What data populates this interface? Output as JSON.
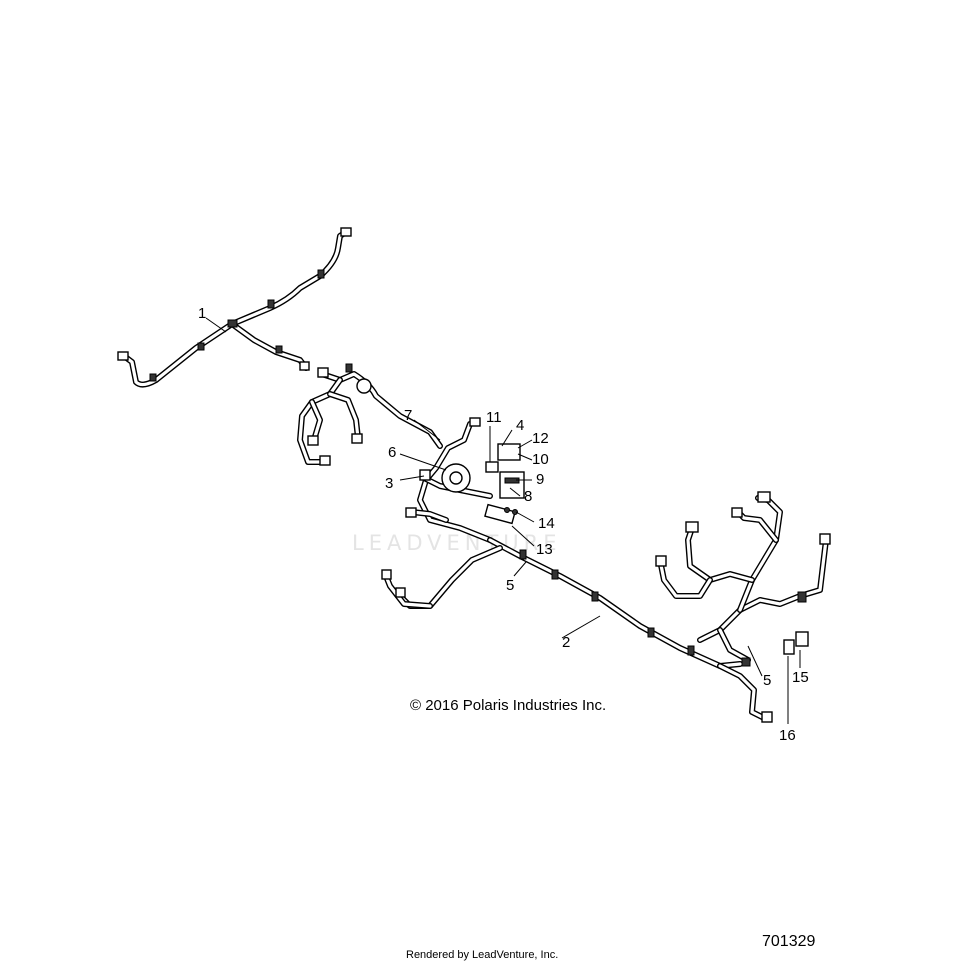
{
  "watermark": "LEADVENTURE",
  "copyright": "© 2016 Polaris Industries Inc.",
  "diagram_number": "701329",
  "footer": "Rendered by LeadVenture, Inc.",
  "callouts": [
    {
      "id": "1",
      "label": "1"
    },
    {
      "id": "2",
      "label": "2"
    },
    {
      "id": "3",
      "label": "3"
    },
    {
      "id": "4",
      "label": "4"
    },
    {
      "id": "5a",
      "label": "5"
    },
    {
      "id": "5b",
      "label": "5"
    },
    {
      "id": "6",
      "label": "6"
    },
    {
      "id": "7",
      "label": "7"
    },
    {
      "id": "8",
      "label": "8"
    },
    {
      "id": "9",
      "label": "9"
    },
    {
      "id": "10",
      "label": "10"
    },
    {
      "id": "11",
      "label": "11"
    },
    {
      "id": "12",
      "label": "12"
    },
    {
      "id": "13",
      "label": "13"
    },
    {
      "id": "14",
      "label": "14"
    },
    {
      "id": "15",
      "label": "15"
    },
    {
      "id": "16",
      "label": "16"
    }
  ]
}
